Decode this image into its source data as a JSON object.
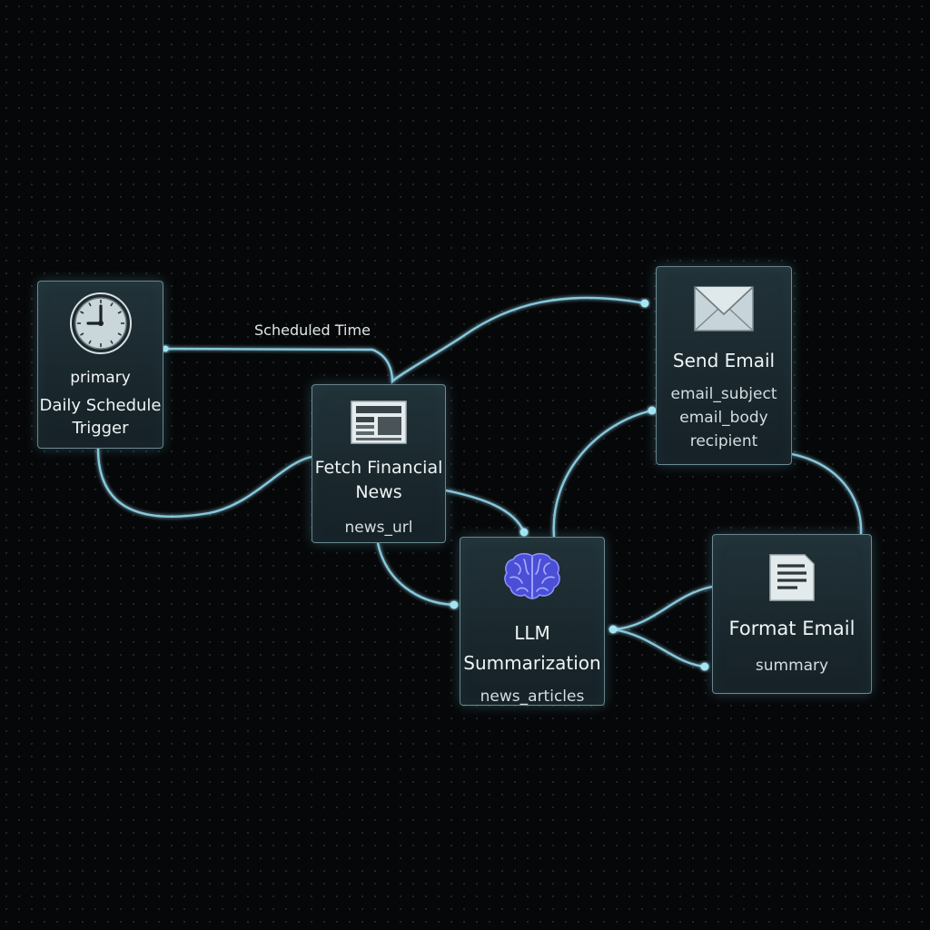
{
  "nodes": {
    "trigger": {
      "badge": "primary",
      "title_line1": "Daily Schedule",
      "title_line2": "Trigger"
    },
    "fetch": {
      "title_line1": "Fetch Financial",
      "title_line2": "News",
      "param": "news_url"
    },
    "llm": {
      "title_line1": "LLM",
      "title_line2": "Summarization",
      "param": "news_articles"
    },
    "send": {
      "title": "Send Email",
      "params": [
        "email_subject",
        "email_body",
        "recipient"
      ]
    },
    "format": {
      "title": "Format Email",
      "param": "summary"
    }
  },
  "edges": {
    "scheduled_time_label": "Scheduled Time"
  },
  "colors": {
    "wire": "#8fd3e8",
    "node_border": "#aad7e1",
    "brain_icon": "#4b4fd6"
  },
  "icons": {
    "trigger": "clock-icon",
    "fetch": "newspaper-icon",
    "llm": "brain-icon",
    "send": "envelope-icon",
    "format": "document-icon"
  }
}
